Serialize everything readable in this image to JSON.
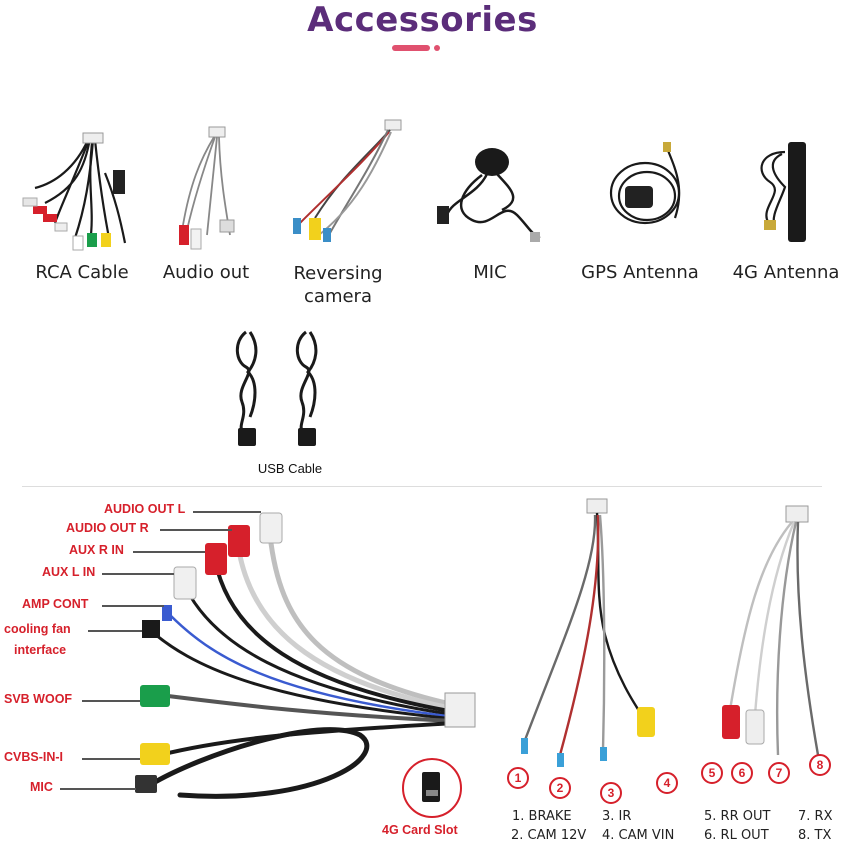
{
  "header": {
    "title": "Accessories",
    "accent_color": "#e0516f",
    "title_color": "#5b2d7a"
  },
  "accessories": [
    {
      "label": "RCA Cable"
    },
    {
      "label": "Audio out"
    },
    {
      "label": "Reversing camera"
    },
    {
      "label": "MIC"
    },
    {
      "label": "GPS Antenna"
    },
    {
      "label": "4G Antenna"
    }
  ],
  "usb": {
    "label": "USB Cable"
  },
  "harness": {
    "label_color": "#d6202b",
    "labels": [
      "AUDIO OUT L",
      "AUDIO OUT R",
      "AUX R IN",
      "AUX L IN",
      "AMP CONT",
      "cooling fan",
      "interface",
      "SVB WOOF",
      "CVBS-IN-I",
      "MIC"
    ],
    "card_slot": "4G Card Slot"
  },
  "camera_harness": {
    "pins": [
      "1",
      "2",
      "3",
      "4"
    ],
    "legend": [
      "1. BRAKE",
      "2. CAM 12V",
      "3. IR",
      "4. CAM VIN"
    ]
  },
  "audio_harness": {
    "pins": [
      "5",
      "6",
      "7",
      "8"
    ],
    "legend": [
      "5. RR OUT",
      "6. RL OUT",
      "7. RX",
      "8. TX"
    ]
  }
}
